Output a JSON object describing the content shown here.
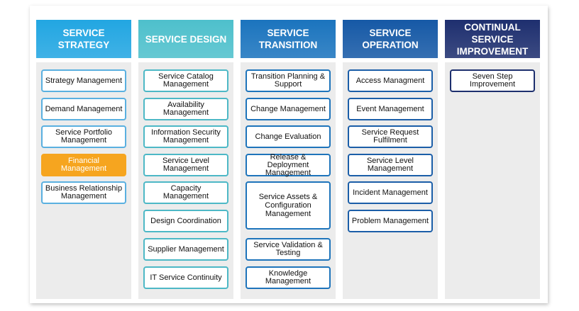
{
  "columns": [
    {
      "title": "SERVICE STRATEGY",
      "color": "#22a6e2",
      "border": "#5ab0e0",
      "items": [
        "Strategy Management",
        "Demand Management",
        "Service Portfolio Management",
        "Financial Management",
        "Business Relationship Management"
      ],
      "highlighted": 3
    },
    {
      "title": "SERVICE DESIGN",
      "color": "#4ec0cc",
      "border": "#4db8c6",
      "items": [
        "Service Catalog Management",
        "Availability Management",
        "Information Security Management",
        "Service Level Management",
        "Capacity Management",
        "Design Coordination",
        "Supplier Management",
        "IT Service Continuity"
      ]
    },
    {
      "title": "SERVICE TRANSITION",
      "color": "#1b74be",
      "border": "#1e74bb",
      "items": [
        "Transition Planning & Support",
        "Change Management",
        "Change Evaluation",
        "Release & Deployment Management",
        "Service Assets & Configuration Management",
        "Service Validation & Testing",
        "Knowledge Management"
      ]
    },
    {
      "title": "SERVICE OPERATION",
      "color": "#1659a6",
      "border": "#1b5ea8",
      "items": [
        "Access Managment",
        "Event  Management",
        "Service Request Fulfilment",
        "Service Level Management",
        "Incident Management",
        "Problem Management"
      ]
    },
    {
      "title": "CONTINUAL SERVICE IMPROVEMENT",
      "color": "#1e2f6f",
      "border": "#1d2f6e",
      "items": [
        "Seven Step Improvement"
      ]
    }
  ]
}
